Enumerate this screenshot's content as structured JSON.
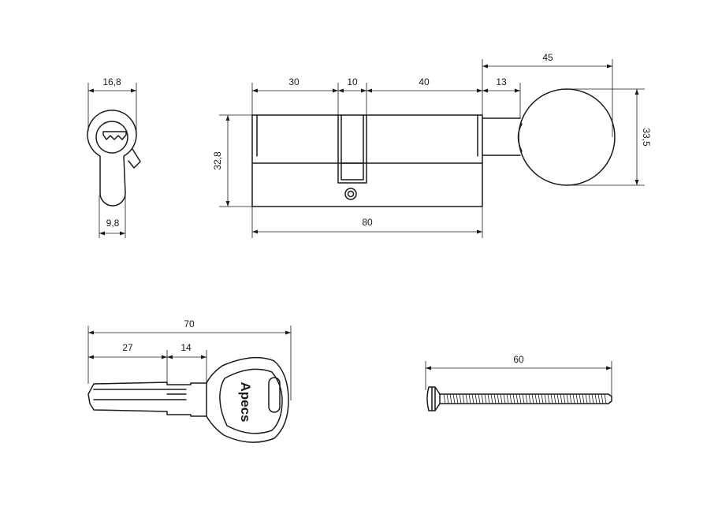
{
  "profile_view": {
    "width_label": "16,8",
    "bottom_width_label": "9,8"
  },
  "cylinder_view": {
    "height_label": "32,8",
    "segment_labels": [
      "30",
      "10",
      "40"
    ],
    "total_length_label": "80",
    "knob_offset_label": "13",
    "knob_length_label": "45",
    "knob_diameter_label": "33,5"
  },
  "key_view": {
    "total_label": "70",
    "blade_label": "27",
    "shoulder_label": "14",
    "brand_logo": "Apecs"
  },
  "screw_view": {
    "length_label": "60"
  }
}
